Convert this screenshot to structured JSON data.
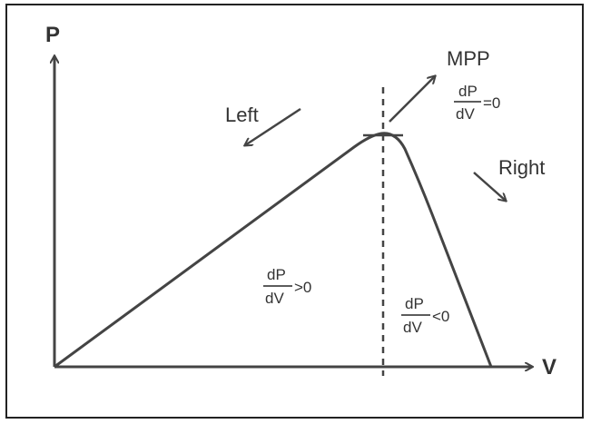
{
  "diagram": {
    "y_axis_label": "P",
    "x_axis_label": "V",
    "left_label": "Left",
    "right_label": "Right",
    "mpp_label": "MPP",
    "mpp_condition": {
      "numerator": "dP",
      "denominator": "dV",
      "relation": "=0"
    },
    "left_condition": {
      "numerator": "dP",
      "denominator": "dV",
      "relation": ">0"
    },
    "right_condition": {
      "numerator": "dP",
      "denominator": "dV",
      "relation": "<0"
    }
  },
  "colors": {
    "line": "#444444",
    "text": "#333333"
  }
}
